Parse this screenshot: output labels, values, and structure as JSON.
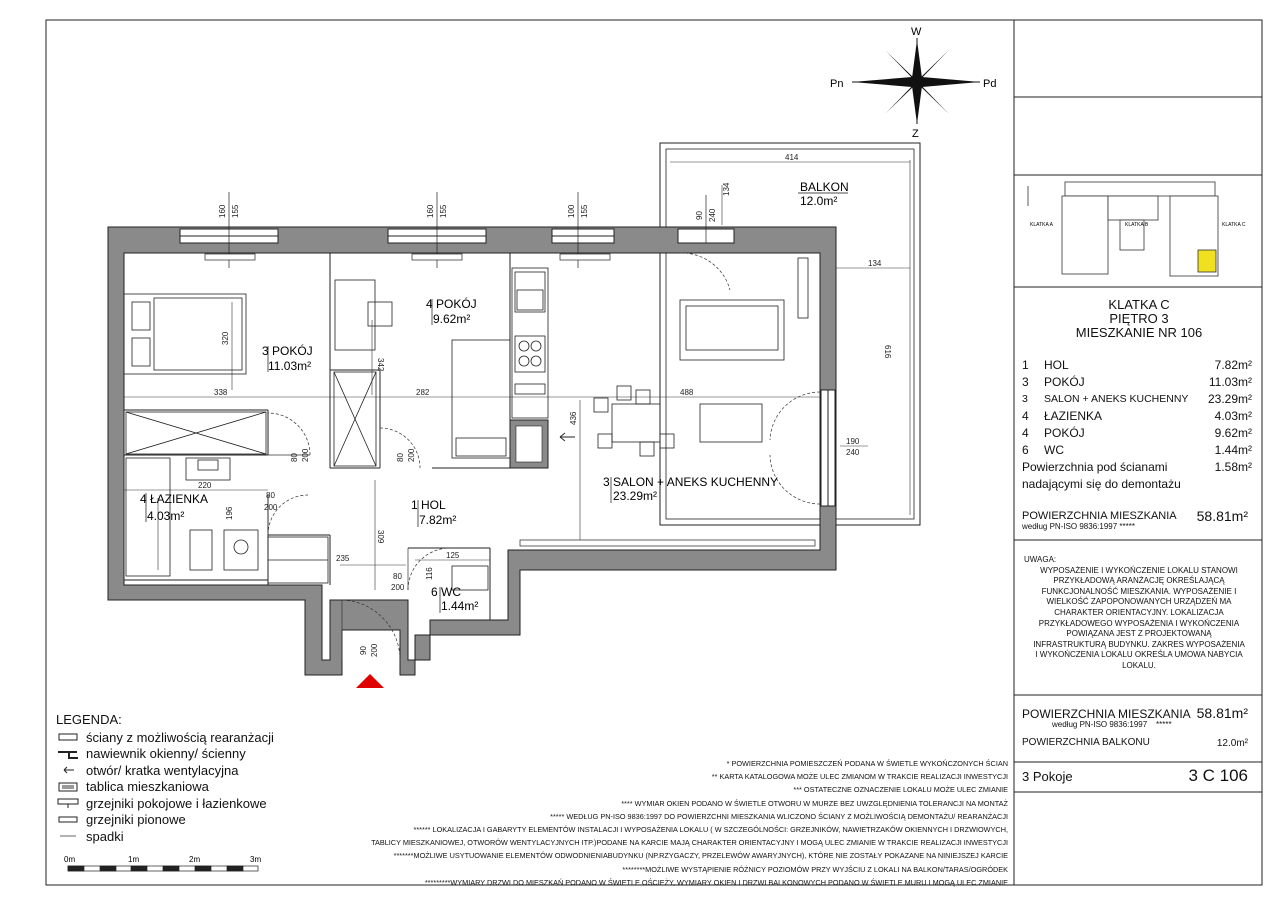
{
  "compass": {
    "n": "W",
    "s": "Z",
    "w": "Pn",
    "e": "Pd"
  },
  "rooms": {
    "pokoj3": {
      "name": "3 POKÓJ",
      "area": "11.03m²"
    },
    "pokoj4": {
      "name": "4 POKÓJ",
      "area": "9.62m²"
    },
    "salon": {
      "name": "3 SALON + ANEKS KUCHENNY",
      "area": "23.29m²"
    },
    "lazienka": {
      "name": "4 ŁAZIENKA",
      "area": "4.03m²"
    },
    "hol": {
      "name": "1 HOL",
      "area": "7.82m²"
    },
    "wc": {
      "name": "6 WC",
      "area": "1.44m²"
    },
    "balkon": {
      "name": "BALKON",
      "area": "12.0m²"
    }
  },
  "dims": {
    "d338": "338",
    "d282": "282",
    "d488": "488",
    "d320": "320",
    "d342": "342",
    "d436": "436",
    "d414": "414",
    "d134a": "134",
    "d134b": "134",
    "d616": "616",
    "d220": "220",
    "d196": "196",
    "d235": "235",
    "d309": "309",
    "d125": "125",
    "d116": "116",
    "d190": "190",
    "d240": "240",
    "w1a": "160",
    "w1b": "155",
    "w2a": "160",
    "w2b": "155",
    "w3a": "100",
    "w3b": "155",
    "w4a": "90",
    "w4b": "240",
    "door1a": "80",
    "door1b": "200",
    "door2a": "80",
    "door2b": "200",
    "door3a": "80",
    "door3b": "200",
    "door4a": "80",
    "door4b": "200",
    "door5a": "90",
    "door5b": "200"
  },
  "keyplan": {
    "a": "KLATKA A",
    "b": "KLATKA B",
    "c": "KLATKA C"
  },
  "header": {
    "klatka": "KLATKA C",
    "pietro": "PIĘTRO 3",
    "mieszkanie": "MIESZKANIE NR 106"
  },
  "room_list": [
    {
      "n": "1",
      "name": "HOL",
      "area": "7.82m²"
    },
    {
      "n": "3",
      "name": "POKÓJ",
      "area": "11.03m²"
    },
    {
      "n": "3",
      "name": "SALON + ANEKS KUCHENNY",
      "area": "23.29m²"
    },
    {
      "n": "4",
      "name": "ŁAZIENKA",
      "area": "4.03m²"
    },
    {
      "n": "4",
      "name": "POKÓJ",
      "area": "9.62m²"
    },
    {
      "n": "6",
      "name": "WC",
      "area": "1.44m²"
    }
  ],
  "walls_note": {
    "line1": "Powierzchnia pod ścianami",
    "line2": "nadającymi się do demontażu",
    "area": "1.58m²"
  },
  "pow_mieszkania": {
    "label": "POWIERZCHNIA MIESZKANIA",
    "sub": "według PN-ISO 9836:1997 *****",
    "value": "58.81m²"
  },
  "uwaga": {
    "title": "UWAGA:",
    "lines": [
      "WYPOSAŻENIE I WYKOŃCZENIE LOKALU STANOWI",
      "PRZYKŁADOWĄ ARANŻACJĘ OKREŚLAJĄCĄ",
      "FUNKCJONALNOŚĆ MIESZKANIA. WYPOSAŻENIE I",
      "WIELKOŚĆ ZAPOPONOWANYCH URZĄDZEŃ MA",
      "CHARAKTER ORIENTACYJNY. LOKALIZACJA",
      "PRZYKŁADOWEGO WYPOSAŻENIA I WYKOŃCZENIA",
      "POWIĄZANA JEST Z PROJEKTOWANĄ",
      "INFRASTRUKTURĄ BUDYNKU. ZAKRES WYPOSAŻENIA",
      "I WYKOŃCZENIA LOKALU OKREŚLA UMOWA NABYCIA",
      "LOKALU."
    ]
  },
  "summary": {
    "pm_label": "POWIERZCHNIA MIESZKANIA",
    "pm_value": "58.81m²",
    "pm_sub": "według PN-ISO 9836:1997",
    "pm_stars": "*****",
    "pb_label": "POWIERZCHNIA BALKONU",
    "pb_value": "12.0m²"
  },
  "footer": {
    "pokoje": "3 Pokoje",
    "code": "3 C 106"
  },
  "legend": {
    "title": "LEGENDA:",
    "items": [
      "ściany z możliwością rearanżacji",
      "nawiewnik okienny/ ścienny",
      "otwór/ kratka wentylacyjna",
      "tablica mieszkaniowa",
      "grzejniki pokojowe i łazienkowe",
      "grzejniki pionowe",
      "spadki"
    ]
  },
  "scale": {
    "m0": "0m",
    "m1": "1m",
    "m2": "2m",
    "m3": "3m"
  },
  "notes": [
    "* POWIERZCHNIA POMIESZCZEŃ PODANA W ŚWIETLE WYKOŃCZONYCH ŚCIAN",
    "** KARTA KATALOGOWA MOŻE ULEC ZMIANOM W TRAKCIE REALIZACJI INWESTYCJI",
    "*** OSTATECZNE OZNACZENIE LOKALU MOŻE ULEC ZMIANIE",
    "**** WYMIAR OKIEN PODANO W ŚWIETLE OTWORU W MURZE BEZ UWZGLĘDNIENIA TOLERANCJI NA MONTAŻ",
    "***** WEDŁUG PN-ISO 9836:1997 DO POWIERZCHNI MIESZKANIA WLICZONO ŚCIANY Z MOŻLIWOŚCIĄ DEMONTAŻU/ REARANŻACJI",
    "****** LOKALIZACJA I GABARYTY ELEMENTÓW INSTALACJI I WYPOSAŻENIA LOKALU ( W SZCZEGÓLNOŚCI: GRZEJNIKÓW, NAWIETRZAKÓW OKIENNYCH I DRZWIOWYCH,",
    "TABLICY MIESZKANIOWEJ, OTWORÓW WENTYLACYJNYCH ITP.)PODANE NA KARCIE MAJĄ CHARAKTER ORIENTACYJNY I MOGĄ ULEC ZMIANIE W TRAKCIE REALIZACJI INWESTYCJI",
    "*******MOŻLIWE USYTUOWANIE ELEMENTÓW ODWODNIENIABUDYNKU (NP.RZYGACZY, PRZELEWÓW AWARYJNYCH), KTÓRE NIE ZOSTAŁY POKAZANE NA NINIEJSZEJ KARCIE",
    "********MOŻLIWE WYSTĄPIENIE RÓŻNICY POZIOMÓW PRZY WYJŚCIU Z LOKALI NA BALKON/TARAS/OGRÓDEK",
    "*********WYMIARY DRZWI DO MIESZKAŃ PODANO W ŚWIETLE OŚCIEŻY, WYMIARY OKIEN I DRZWI BALKONOWYCH PODANO W ŚWIETLE MURU I MOGĄ ULEC ZMIANIE"
  ]
}
